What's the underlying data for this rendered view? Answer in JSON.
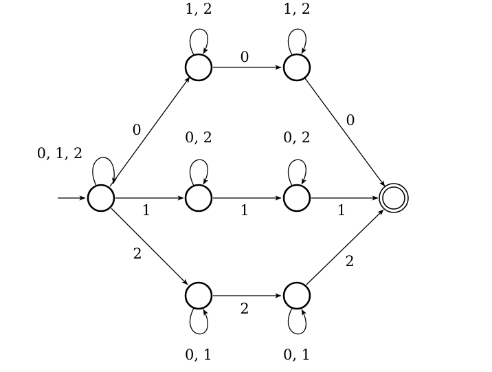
{
  "diagram": {
    "type": "finite-automaton",
    "states": [
      {
        "id": "start",
        "start": true
      },
      {
        "id": "top-1"
      },
      {
        "id": "top-2"
      },
      {
        "id": "mid-1"
      },
      {
        "id": "mid-2"
      },
      {
        "id": "bot-1"
      },
      {
        "id": "bot-2"
      },
      {
        "id": "final",
        "accepting": true
      }
    ],
    "transitions": [
      {
        "id": "t1",
        "from": "start",
        "to": "start",
        "label": "0, 1, 2"
      },
      {
        "id": "t2",
        "from": "start",
        "to": "top-1",
        "label": "0"
      },
      {
        "id": "t3",
        "from": "start",
        "to": "mid-1",
        "label": "1"
      },
      {
        "id": "t4",
        "from": "start",
        "to": "bot-1",
        "label": "2"
      },
      {
        "id": "t5",
        "from": "top-1",
        "to": "top-1",
        "label": "1, 2"
      },
      {
        "id": "t6",
        "from": "top-1",
        "to": "top-2",
        "label": "0"
      },
      {
        "id": "t7",
        "from": "top-2",
        "to": "top-2",
        "label": "1, 2"
      },
      {
        "id": "t8",
        "from": "top-2",
        "to": "final",
        "label": "0"
      },
      {
        "id": "t9",
        "from": "mid-1",
        "to": "mid-1",
        "label": "0, 2"
      },
      {
        "id": "t10",
        "from": "mid-1",
        "to": "mid-2",
        "label": "1"
      },
      {
        "id": "t11",
        "from": "mid-2",
        "to": "mid-2",
        "label": "0, 2"
      },
      {
        "id": "t12",
        "from": "mid-2",
        "to": "final",
        "label": "1"
      },
      {
        "id": "t13",
        "from": "bot-1",
        "to": "bot-1",
        "label": "0, 1"
      },
      {
        "id": "t14",
        "from": "bot-1",
        "to": "bot-2",
        "label": "2"
      },
      {
        "id": "t15",
        "from": "bot-2",
        "to": "bot-2",
        "label": "0, 1"
      },
      {
        "id": "t16",
        "from": "bot-2",
        "to": "final",
        "label": "2"
      }
    ]
  }
}
